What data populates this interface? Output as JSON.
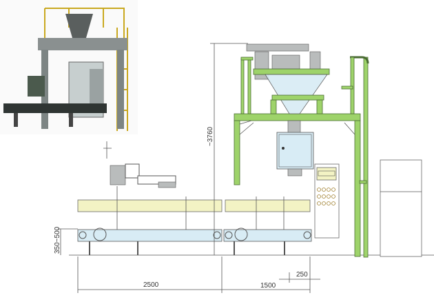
{
  "diagram": {
    "dimensions": {
      "height_total": "~3760",
      "conveyor_height": "350~500",
      "conveyor_length_1": "2500",
      "conveyor_length_2": "1500",
      "offset": "250"
    },
    "colors": {
      "frame": "#9ed36a",
      "hopper": "#d8ecf5",
      "conveyor": "#f3f3c4"
    }
  }
}
